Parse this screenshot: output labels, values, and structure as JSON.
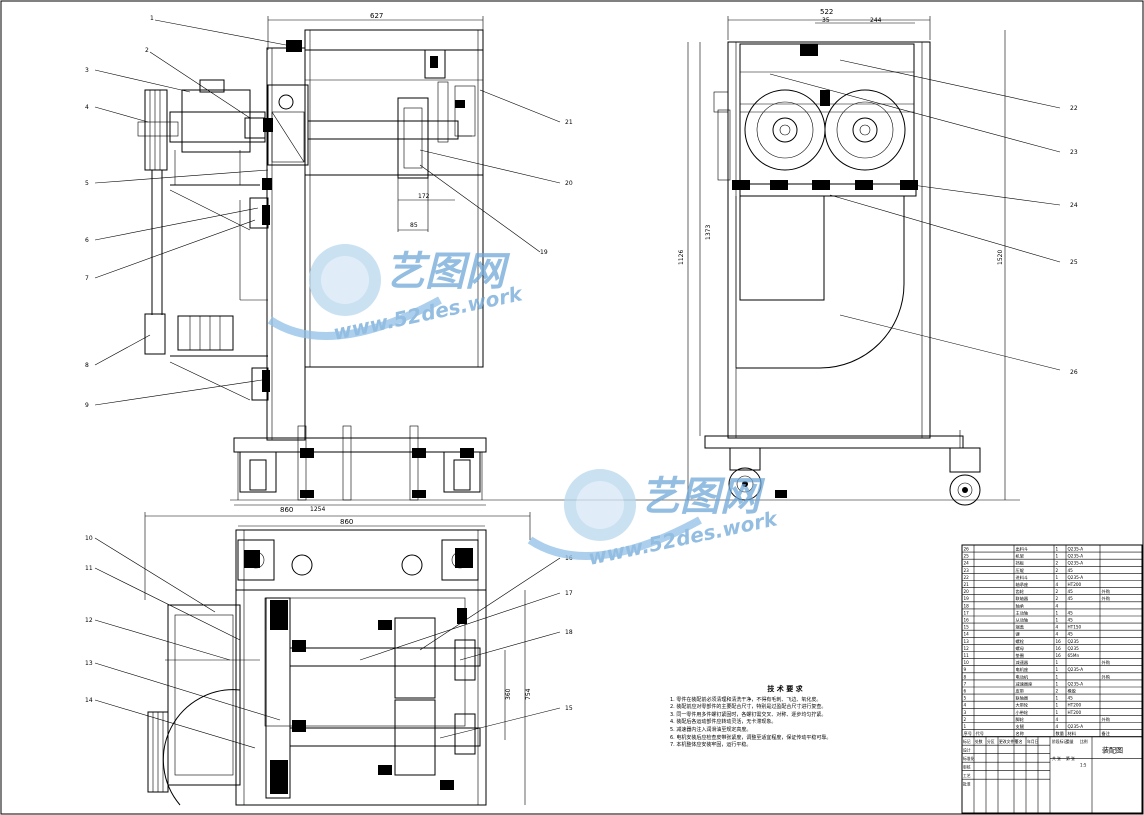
{
  "dimensions": {
    "front_width": "627",
    "front_dim_172": "172",
    "front_dim_85": "85",
    "front_height_left": "1126",
    "base_width": "1254",
    "side_width": "522",
    "side_dim_35": "35",
    "side_dim_244": "244",
    "side_height_left": "1373",
    "side_height_right": "1520",
    "top_width": "860",
    "top_height": "754",
    "top_inner": "360"
  },
  "part_labels_left": [
    "1",
    "2",
    "3",
    "4",
    "5",
    "6",
    "7",
    "8",
    "9"
  ],
  "part_labels_right_front": [
    "21",
    "20",
    "19"
  ],
  "part_labels_side": [
    "22",
    "23",
    "24",
    "25",
    "26"
  ],
  "part_labels_top_left": [
    "10",
    "11",
    "12",
    "13",
    "14"
  ],
  "part_labels_top_right": [
    "16",
    "17",
    "18",
    "15"
  ],
  "watermark": {
    "brand": "艺图网",
    "url": "www.52des.work"
  },
  "tech_requirements": {
    "title": "技 术 要 求",
    "items": [
      "1. 零件在装配前必须清理和清洗干净，不得有毛刺、飞边、氧化皮。",
      "2. 装配前应对零部件的主要配合尺寸，特别是过盈配合尺寸进行复查。",
      "3. 同一零件用多件螺钉紧固时，各螺钉需交叉、对称、逐步均匀拧紧。",
      "4. 装配后各运动部件应转动灵活，无卡滞现象。",
      "5. 减速器内注入润滑油至规定高度。",
      "6. 电机安装后应检查皮带张紧度，调整至适宜程度，保证传动平稳可靠。",
      "7. 本机整体应安装牢固，运行平稳。"
    ]
  },
  "bom": {
    "rows": [
      {
        "no": "26",
        "code": "",
        "name": "出料斗",
        "qty": "1",
        "mat": "Q235-A",
        "note": ""
      },
      {
        "no": "25",
        "code": "",
        "name": "机架",
        "qty": "1",
        "mat": "Q235-A",
        "note": ""
      },
      {
        "no": "24",
        "code": "",
        "name": "挡板",
        "qty": "2",
        "mat": "Q235-A",
        "note": ""
      },
      {
        "no": "23",
        "code": "",
        "name": "压辊",
        "qty": "2",
        "mat": "45",
        "note": ""
      },
      {
        "no": "22",
        "code": "",
        "name": "进料斗",
        "qty": "1",
        "mat": "Q235-A",
        "note": ""
      },
      {
        "no": "21",
        "code": "",
        "name": "轴承座",
        "qty": "4",
        "mat": "HT200",
        "note": ""
      },
      {
        "no": "20",
        "code": "",
        "name": "齿轮",
        "qty": "2",
        "mat": "45",
        "note": "外购"
      },
      {
        "no": "19",
        "code": "",
        "name": "联轴器",
        "qty": "2",
        "mat": "45",
        "note": "外购"
      },
      {
        "no": "18",
        "code": "",
        "name": "轴承",
        "qty": "4",
        "mat": "",
        "note": ""
      },
      {
        "no": "17",
        "code": "",
        "name": "主动轴",
        "qty": "1",
        "mat": "45",
        "note": ""
      },
      {
        "no": "16",
        "code": "",
        "name": "从动轴",
        "qty": "1",
        "mat": "45",
        "note": ""
      },
      {
        "no": "15",
        "code": "",
        "name": "端盖",
        "qty": "4",
        "mat": "HT150",
        "note": ""
      },
      {
        "no": "14",
        "code": "",
        "name": "键",
        "qty": "4",
        "mat": "45",
        "note": ""
      },
      {
        "no": "13",
        "code": "",
        "name": "螺栓",
        "qty": "16",
        "mat": "Q235",
        "note": ""
      },
      {
        "no": "12",
        "code": "",
        "name": "螺母",
        "qty": "16",
        "mat": "Q235",
        "note": ""
      },
      {
        "no": "11",
        "code": "",
        "name": "垫圈",
        "qty": "16",
        "mat": "65Mn",
        "note": ""
      },
      {
        "no": "10",
        "code": "",
        "name": "减速器",
        "qty": "1",
        "mat": "",
        "note": "外购"
      },
      {
        "no": "9",
        "code": "",
        "name": "电机座",
        "qty": "1",
        "mat": "Q235-A",
        "note": ""
      },
      {
        "no": "8",
        "code": "",
        "name": "电动机",
        "qty": "1",
        "mat": "",
        "note": "外购"
      },
      {
        "no": "7",
        "code": "",
        "name": "减速器座",
        "qty": "1",
        "mat": "Q235-A",
        "note": ""
      },
      {
        "no": "6",
        "code": "",
        "name": "皮带",
        "qty": "2",
        "mat": "橡胶",
        "note": ""
      },
      {
        "no": "5",
        "code": "",
        "name": "联轴器",
        "qty": "1",
        "mat": "45",
        "note": ""
      },
      {
        "no": "4",
        "code": "",
        "name": "大带轮",
        "qty": "1",
        "mat": "HT200",
        "note": ""
      },
      {
        "no": "3",
        "code": "",
        "name": "小带轮",
        "qty": "1",
        "mat": "HT200",
        "note": ""
      },
      {
        "no": "2",
        "code": "",
        "name": "脚轮",
        "qty": "4",
        "mat": "",
        "note": "外购"
      },
      {
        "no": "1",
        "code": "",
        "name": "支腿",
        "qty": "4",
        "mat": "Q235-A",
        "note": ""
      }
    ],
    "header": [
      "序号",
      "代号",
      "名称",
      "数量",
      "材料",
      "备注"
    ]
  },
  "title_block": {
    "drawing_name": "装配图",
    "labels": [
      "标记",
      "处数",
      "分区",
      "更改文件号",
      "签名",
      "年月日",
      "设计",
      "标准化",
      "审核",
      "工艺",
      "批准",
      "阶段标记",
      "重量",
      "比例",
      "共 张",
      "第 张"
    ],
    "scale": "1:5"
  }
}
